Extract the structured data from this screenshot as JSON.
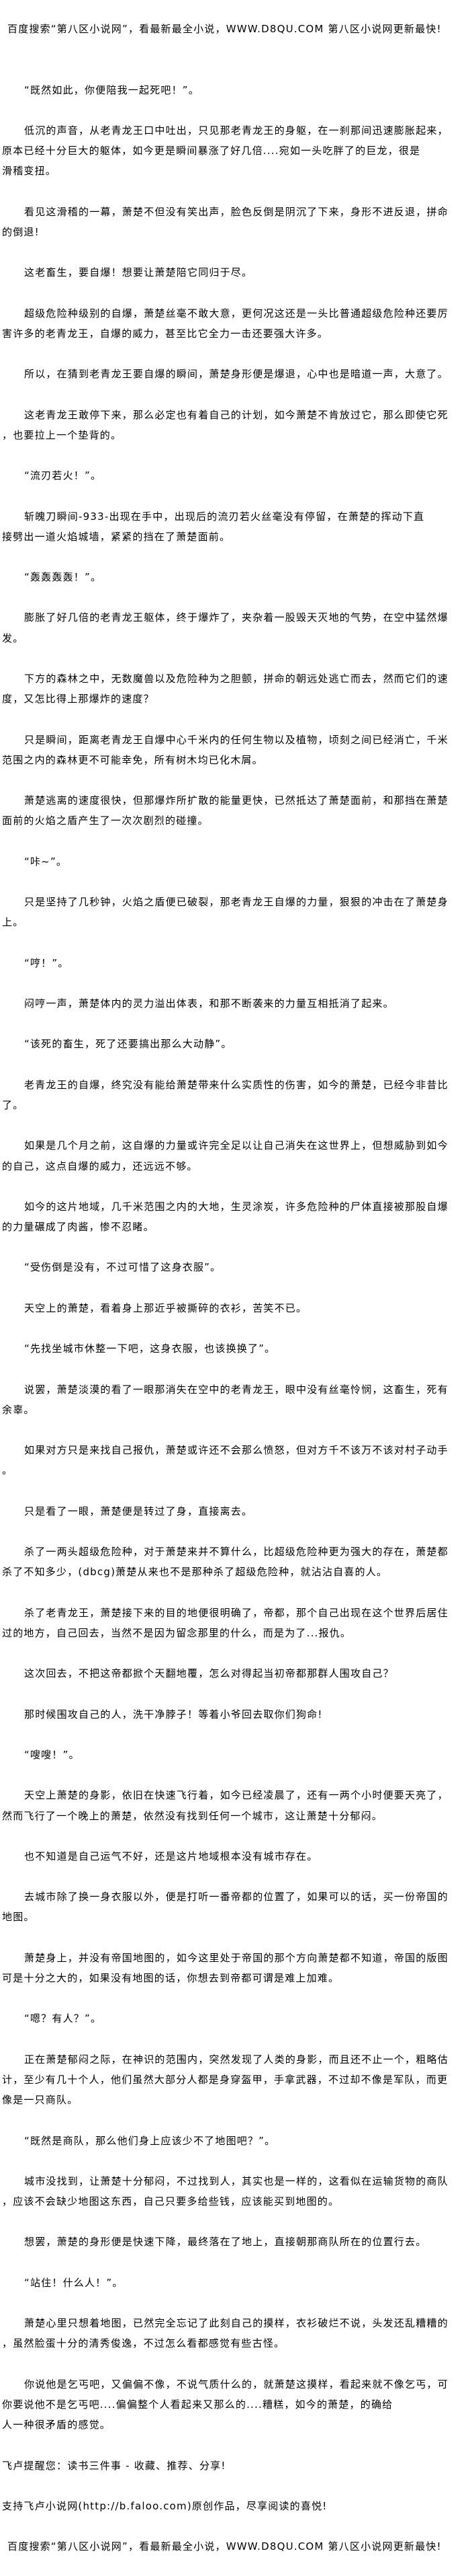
{
  "header_banner": "百度搜索“第八区小说网”，看最新最全小说，WWW.D8QU.COM  第八区小说网更新最快!",
  "paragraphs": [
    [
      "“既然如此，你便陪我一起死吧！”。"
    ],
    [
      "低沉的声音，从老青龙王口中吐出，只见那老青龙王的身躯，在一刹那间迅速膨胀起来，",
      "原本已经十分巨大的躯体，如今更是瞬间暴涨了好几倍....宛如一头吃胖了的巨龙，很是",
      "滑稽变扭。"
    ],
    [
      "看见这滑稽的一幕，萧楚不但没有笑出声，脸色反倒是阴沉了下来，身形不进反退，拼命",
      "的倒退!"
    ],
    [
      "这老畜生，要自爆！想要让萧楚陪它同归于尽。"
    ],
    [
      "超级危险种级别的自爆，萧楚丝毫不敢大意，更何况这还是一头比普通超级危险种还要厉",
      "害许多的老青龙王，自爆的威力，甚至比它全力一击还要强大许多。"
    ],
    [
      "所以，在猜到老青龙王要自爆的瞬间，萧楚身形便是爆退，心中也是暗道一声，大意了。"
    ],
    [
      "这老青龙王敢停下来，那么必定也有着自己的计划，如今萧楚不肯放过它，那么即使它死",
      "，也要拉上一个垫背的。"
    ],
    [
      "“流刃若火！”。"
    ],
    [
      "斩魄刀瞬间-933-出现在手中，出现后的流刃若火丝毫没有停留，在萧楚的挥动下直",
      "接劈出一道火焰城墙，紧紧的挡在了萧楚面前。"
    ],
    [
      "“轰轰轰轰！”。"
    ],
    [
      "膨胀了好几倍的老青龙王躯体，终于爆炸了，夹杂着一股毁天灭地的气势，在空中猛然爆",
      "发。"
    ],
    [
      "下方的森林之中，无数魔兽以及危险种为之胆颤，拼命的朝远处逃亡而去，然而它们的速",
      "度，又怎比得上那爆炸的速度？"
    ],
    [
      "只是瞬间，距离老青龙王自爆中心千米内的任何生物以及植物，顷刻之间已经消亡，千米",
      "范围之内的森林更不可能幸免，所有树木均已化木屑。"
    ],
    [
      "萧楚逃离的速度很快，但那爆炸所扩散的能量更快，已然抵达了萧楚面前，和那挡在萧楚",
      "面前的火焰之盾产生了一次次剧烈的碰撞。"
    ],
    [
      "“咔~”。"
    ],
    [
      "只是坚持了几秒钟，火焰之盾便已破裂，那老青龙王自爆的力量，狠狠的冲击在了萧楚身",
      "上。"
    ],
    [
      "“哼！”。"
    ],
    [
      "闷哼一声，萧楚体内的灵力溢出体表，和那不断袭来的力量互相抵消了起来。"
    ],
    [
      "“该死的畜生，死了还要搞出那么大动静”。"
    ],
    [
      "老青龙王的自爆，终究没有能给萧楚带来什么实质性的伤害，如今的萧楚，已经今非昔比",
      "了。"
    ],
    [
      "如果是几个月之前，这自爆的力量或许完全足以让自己消失在这世界上，但想威胁到如今",
      "的自己，这点自爆的威力，还远远不够。"
    ],
    [
      "如今的这片地域，几千米范围之内的大地，生灵涂炭，许多危险种的尸体直接被那股自爆",
      "的力量碾成了肉酱，惨不忍睹。"
    ],
    [
      "“受伤倒是没有，不过可惜了这身衣服”。"
    ],
    [
      "天空上的萧楚，看着身上那近乎被撕碎的衣衫，苦笑不已。"
    ],
    [
      "“先找坐城市休整一下吧，这身衣服，也该换换了”。"
    ],
    [
      "说罢，萧楚淡漠的看了一眼那消失在空中的老青龙王，眼中没有丝毫怜悯，这畜生，死有",
      "余辜。"
    ],
    [
      "如果对方只是来找自己报仇，萧楚或许还不会那么愤怒，但对方千不该万不该对村子动手",
      "。"
    ],
    [
      "只是看了一眼，萧楚便是转过了身，直接离去。"
    ],
    [
      "杀了一两头超级危险种，对于萧楚来并不算什么，比超级危险种更为强大的存在，萧楚都",
      "杀了不知多少，(dbcg)萧楚从来也不是那种杀了超级危险种，就沾沾自喜的人。"
    ],
    [
      "杀了老青龙王，萧楚接下来的目的地便很明确了，帝都，那个自己出现在这个世界后居住",
      "过的地方，自己回去，当然不是因为留念那里的什么，而是为了...报仇。"
    ],
    [
      "这次回去，不把这帝都掀个天翻地覆，怎么对得起当初帝都那群人围攻自己？"
    ],
    [
      "那时候围攻自己的人，洗干净脖子！等着小爷回去取你们狗命!"
    ],
    [
      "“嗖嗖！”。"
    ],
    [
      "天空上萧楚的身影，依旧在快速飞行着，如今已经凌晨了，还有一两个小时便要天亮了，",
      "然而飞行了一个晚上的萧楚，依然没有找到任何一个城市，这让萧楚十分郁闷。"
    ],
    [
      "也不知道是自己运气不好，还是这片地域根本没有城市存在。"
    ],
    [
      "去城市除了换一身衣服以外，便是打听一番帝都的位置了，如果可以的话，买一份帝国的",
      "地图。"
    ],
    [
      "萧楚身上，并没有帝国地图的，如今这里处于帝国的那个方向萧楚都不知道，帝国的版图",
      "可是十分之大的，如果没有地图的话，你想去到帝都可谓是难上加难。"
    ],
    [
      "“嗯？有人？”。"
    ],
    [
      "正在萧楚郁闷之际，在神识的范围内，突然发现了人类的身影，而且还不止一个，粗略估",
      "计，至少有几十个人，他们虽然大部分人都是身穿盔甲，手拿武器，不过却不像是军队，而更",
      "像是一只商队。"
    ],
    [
      "“既然是商队，那么他们身上应该少不了地图吧？”。"
    ],
    [
      "城市没找到，让萧楚十分郁闷，不过找到人，其实也是一样的，这看似在运输货物的商队",
      "，应该不会缺少地图这东西，自己只要多给些钱，应该能买到地图的。"
    ],
    [
      "想罢，萧楚的身形便是快速下降，最终落在了地上，直接朝那商队所在的位置行去。"
    ],
    [
      "“站住！什么人！”。"
    ],
    [
      "萧楚心里只想着地图，已然完全忘记了此刻自己的摸样，衣衫破烂不说，头发还乱糟糟的",
      "，虽然脸蛋十分的清秀俊逸，不过怎么看都感觉有些古怪。"
    ],
    [
      "你说他是乞丐吧，又偏偏不像，不说气质什么的，就萧楚这摸样，看起来就不像乞丐，可",
      "你要说他不是乞丐吧....偏偏整个人看起来又那么的....糟糕，如今的萧楚，的确给",
      "人一种很矛盾的感觉。"
    ]
  ],
  "footer": {
    "reminder": "飞卢提醒您：读书三件事 - 收藏、推荐、分享!",
    "support": "支持飞卢小说网(http://b.faloo.com)原创作品，尽享阅读的喜悦!",
    "banner": "百度搜索“第八区小说网”，看最新最全小说，WWW.D8QU.COM  第八区小说网更新最快!"
  }
}
